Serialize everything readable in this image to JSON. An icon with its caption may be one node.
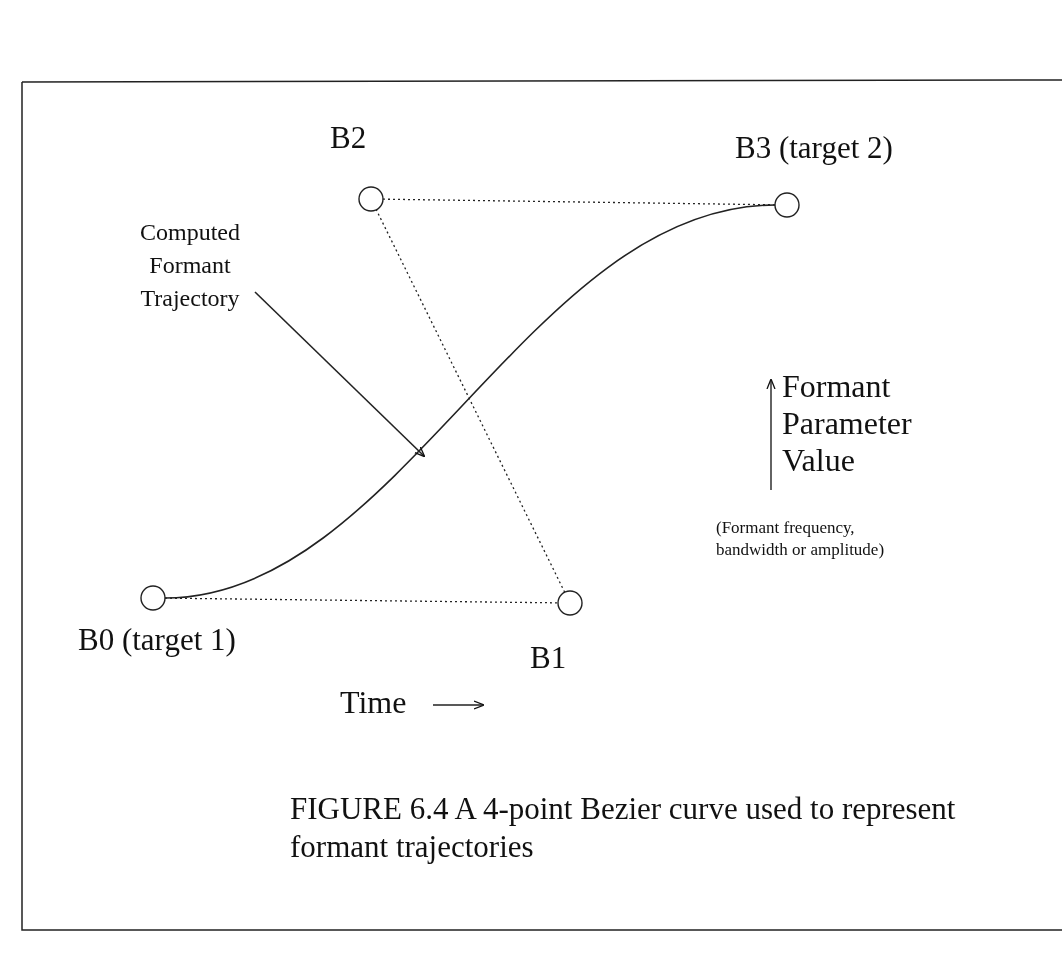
{
  "diagram": {
    "caption": "FIGURE 6.4 A 4-point Bezier curve used to represent formant trajectories",
    "nodes": [
      {
        "text": [],
        "shape": "circle",
        "beside": [
          "B0 (target 1)"
        ]
      },
      {
        "text": [],
        "shape": "circle",
        "beside": [
          "B2"
        ]
      },
      {
        "text": [],
        "shape": "circle",
        "beside": [
          "B1"
        ]
      },
      {
        "text": [],
        "shape": "circle",
        "beside": [
          "B3 (target 2)"
        ]
      },
      {
        "text": [
          "Computed Formant Trajectory"
        ]
      }
    ],
    "edges": [
      {
        "from": 0,
        "to": 2,
        "arrow": "none",
        "style": "dashed"
      },
      {
        "from": 2,
        "to": 1,
        "arrow": "none",
        "style": "dashed"
      },
      {
        "from": 1,
        "to": 3,
        "arrow": "none",
        "style": "dashed"
      },
      {
        "from": 0,
        "to": 3,
        "arrow": "none"
      },
      {
        "from": 4,
        "to": null,
        "arrow": "to"
      }
    ],
    "labels": [
      "Formant Parameter Value",
      "(Formant frequency, bandwidth or amplitude)",
      "Time"
    ]
  }
}
